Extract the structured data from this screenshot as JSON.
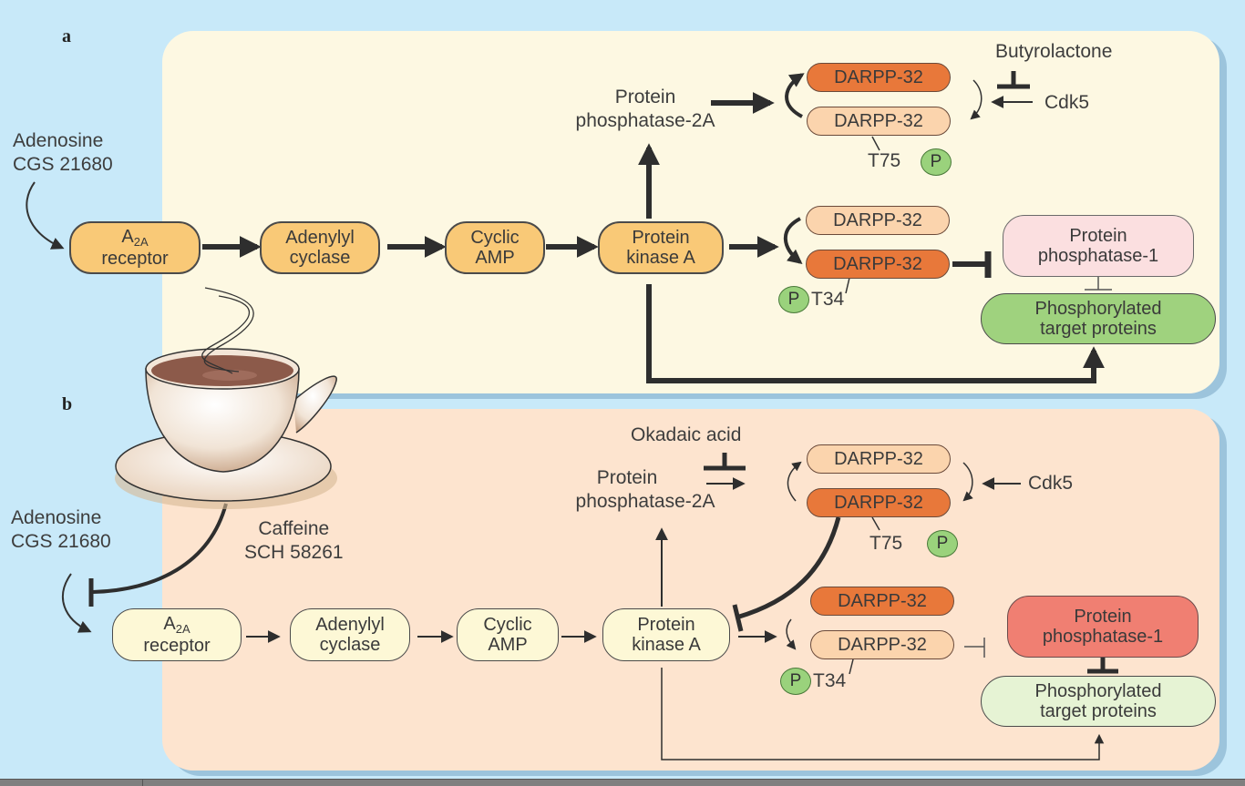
{
  "panel_a": {
    "label": "a",
    "input_label": [
      "Adenosine",
      "CGS 21680"
    ],
    "nodes": {
      "a2a_main": "A",
      "a2a_sub": "2A",
      "a2a_line2": "receptor",
      "adenylyl": [
        "Adenylyl",
        "cyclase"
      ],
      "camp": [
        "Cyclic",
        "AMP"
      ],
      "pka": [
        "Protein",
        "kinase A"
      ]
    },
    "pp2a": [
      "Protein",
      "phosphatase-2A"
    ],
    "darpp_top": "DARPP-32",
    "darpp_top2": "DARPP-32",
    "t75": "T75",
    "p": "P",
    "butyrolactone": "Butyrolactone",
    "cdk5": "Cdk5",
    "darpp_bottom1": "DARPP-32",
    "darpp_bottom2": "DARPP-32",
    "t34": "T34",
    "pp1": [
      "Protein",
      "phosphatase-1"
    ],
    "targets": [
      "Phosphorylated",
      "target proteins"
    ]
  },
  "panel_b": {
    "label": "b",
    "input_label": [
      "Adenosine",
      "CGS 21680"
    ],
    "antagonist_label": [
      "Caffeine",
      "SCH 58261"
    ],
    "nodes": {
      "a2a_main": "A",
      "a2a_sub": "2A",
      "a2a_line2": "receptor",
      "adenylyl": [
        "Adenylyl",
        "cyclase"
      ],
      "camp": [
        "Cyclic",
        "AMP"
      ],
      "pka": [
        "Protein",
        "kinase A"
      ]
    },
    "okadaic": "Okadaic acid",
    "pp2a": [
      "Protein",
      "phosphatase-2A"
    ],
    "darpp_top": "DARPP-32",
    "darpp_top2": "DARPP-32",
    "t75": "T75",
    "p": "P",
    "cdk5": "Cdk5",
    "darpp_bottom1": "DARPP-32",
    "darpp_bottom2": "DARPP-32",
    "t34": "T34",
    "pp1": [
      "Protein",
      "phosphatase-1"
    ],
    "targets": [
      "Phosphorylated",
      "target proteins"
    ]
  },
  "icons": {
    "coffee": "coffee-cup-icon"
  },
  "colors": {
    "background": "#c8e9f9",
    "panel_a_bg": "#fdf8e2",
    "panel_b_bg": "#fde4cf",
    "node_orange": "#f9c977",
    "darpp_dark": "#e8783a",
    "darpp_light": "#fbd4ad",
    "phospho_green": "#9ad27c",
    "pp1_pink_a": "#fbdfe0",
    "pp1_red_b": "#f07f72",
    "targets_green_a": "#9fd27e",
    "targets_green_b": "#e6f3d4"
  }
}
